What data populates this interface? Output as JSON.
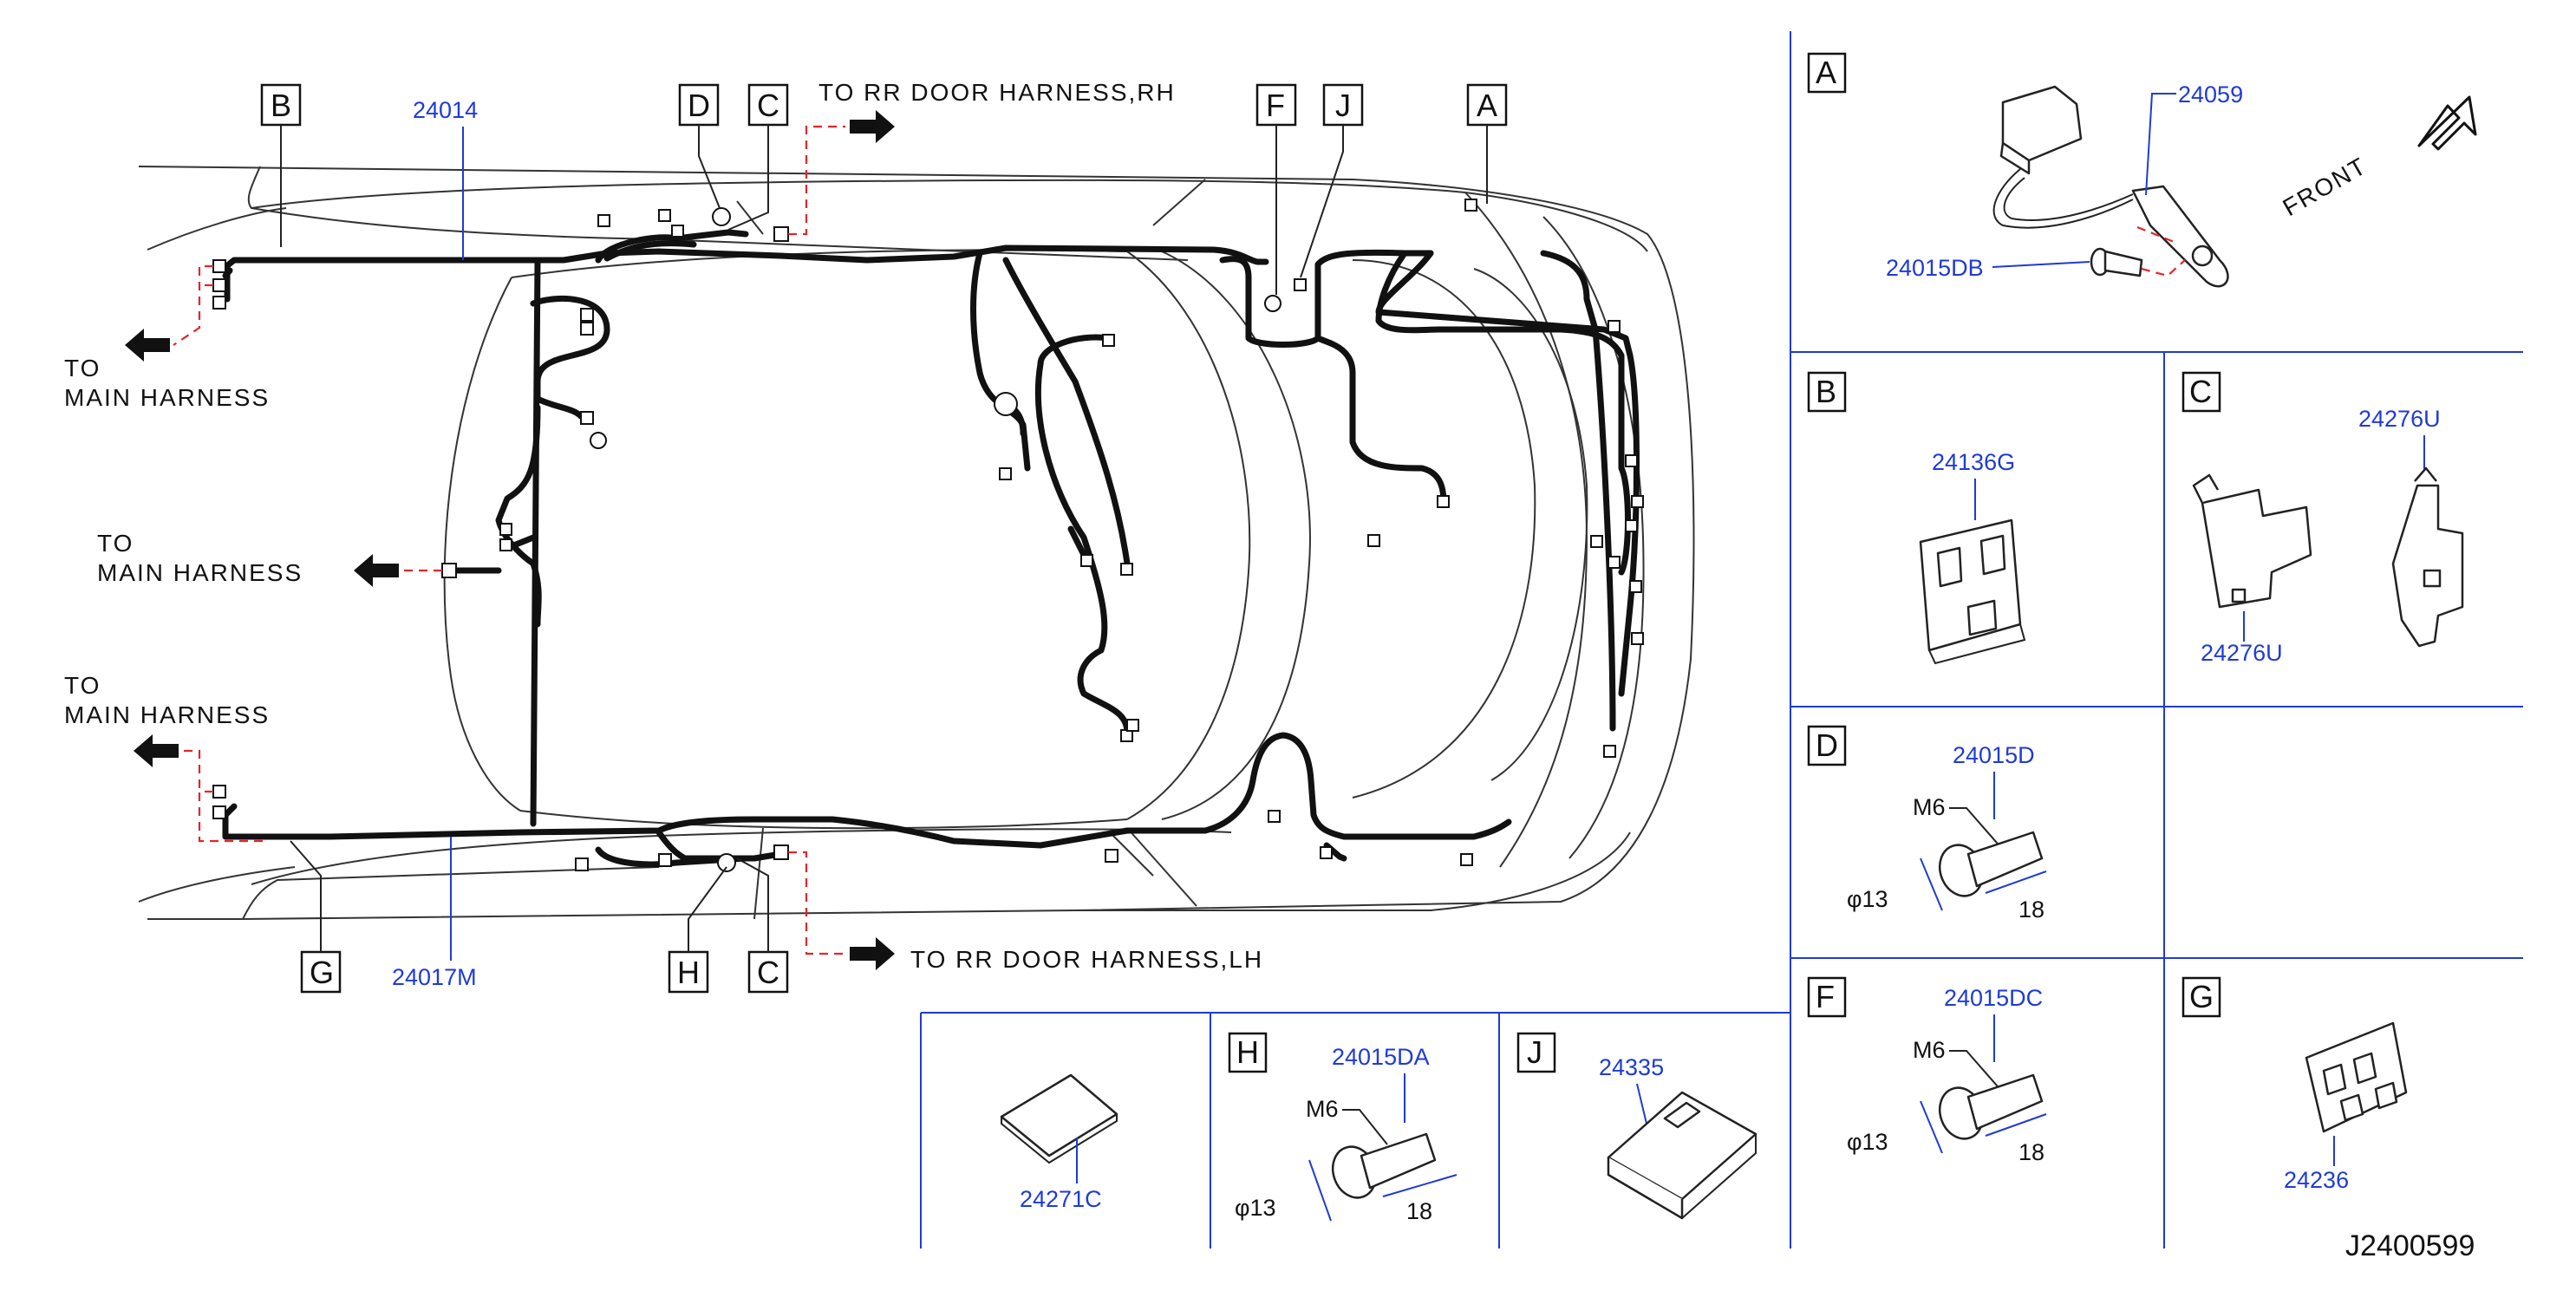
{
  "diagram": {
    "reference_code": "J2400599",
    "front_label": "FRONT",
    "directions": {
      "rr_door_rh": "TO  RR  DOOR  HARNESS,RH",
      "rr_door_lh": "TO  RR  DOOR  HARNESS,LH",
      "main_harness_top": [
        "TO",
        "MAIN  HARNESS"
      ],
      "main_harness_mid": [
        "TO",
        "MAIN  HARNESS"
      ],
      "main_harness_bottom": [
        "TO",
        "MAIN  HARNESS"
      ]
    },
    "harness_parts": {
      "upper": "24014",
      "lower": "24017M"
    },
    "callout_letters": {
      "b_top": "B",
      "d_top": "D",
      "c_top": "C",
      "f_top": "F",
      "j_top": "J",
      "a_top": "A",
      "g_bottom": "G",
      "h_bottom": "H",
      "c_bottom": "C"
    },
    "panels": {
      "A": {
        "letter": "A",
        "parts": [
          "24059",
          "24015DB"
        ]
      },
      "B": {
        "letter": "B",
        "parts": [
          "24136G"
        ]
      },
      "C": {
        "letter": "C",
        "parts": [
          "24276U",
          "24276U"
        ]
      },
      "D": {
        "letter": "D",
        "parts": [
          "24015D"
        ],
        "thread": "M6",
        "diameter": "φ13",
        "length": "18"
      },
      "F": {
        "letter": "F",
        "parts": [
          "24015DC"
        ],
        "thread": "M6",
        "diameter": "φ13",
        "length": "18"
      },
      "G": {
        "letter": "G",
        "parts": [
          "24236"
        ]
      },
      "H": {
        "letter": "H",
        "parts": [
          "24015DA"
        ],
        "thread": "M6",
        "diameter": "φ13",
        "length": "18"
      },
      "J": {
        "letter": "J",
        "parts": [
          "24335"
        ]
      },
      "tape": {
        "parts": [
          "24271C"
        ]
      }
    }
  }
}
